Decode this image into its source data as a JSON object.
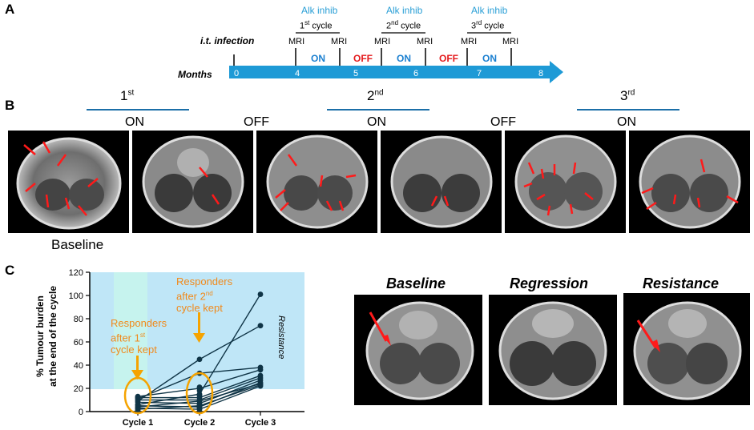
{
  "panels": {
    "a": "A",
    "b": "B",
    "c": "C"
  },
  "timeline": {
    "infection_label": "i.t. infection",
    "months_label": "Months",
    "months": [
      "0",
      "4",
      "5",
      "6",
      "7",
      "8"
    ],
    "alk_inhib": [
      "Alk inhib",
      "Alk inhib",
      "Alk inhib"
    ],
    "cycles": [
      {
        "num": "1",
        "sup": "st",
        "word": " cycle"
      },
      {
        "num": "2",
        "sup": "nd",
        "word": " cycle"
      },
      {
        "num": "3",
        "sup": "rd",
        "word": " cycle"
      }
    ],
    "mri": "MRI",
    "segments": [
      "ON",
      "OFF",
      "ON",
      "OFF",
      "ON"
    ],
    "colors": {
      "arrow": "#1e9ad6",
      "on": "#1a7fd0",
      "off": "#e41a1c",
      "alk": "#2a9fd6"
    }
  },
  "panel_b": {
    "cycle_headers": [
      {
        "num": "1",
        "sup": "st"
      },
      {
        "num": "2",
        "sup": "nd"
      },
      {
        "num": "3",
        "sup": "rd"
      }
    ],
    "state_labels": [
      "ON",
      "OFF",
      "ON",
      "OFF",
      "ON"
    ],
    "baseline_caption": "Baseline"
  },
  "panel_c": {
    "images": [
      "Baseline",
      "Regression",
      "Resistance"
    ],
    "annotations": {
      "responders1": [
        "Responders",
        "after 1",
        "st",
        "cycle kept"
      ],
      "responders2": [
        "Responders",
        "after 2",
        "nd",
        "cycle kept"
      ],
      "resistance": "Resistance"
    }
  },
  "chart_data": {
    "type": "line",
    "ylabel": [
      "% Tumour burden",
      "at the end of the cycle"
    ],
    "categories": [
      "Cycle 1",
      "Cycle 2",
      "Cycle 3"
    ],
    "yticks": [
      0,
      20,
      40,
      60,
      80,
      100,
      120
    ],
    "ylim": [
      0,
      120
    ],
    "resistance_threshold": 19,
    "lines": [
      [
        3,
        2,
        22
      ],
      [
        5,
        4,
        25
      ],
      [
        8,
        7,
        27
      ],
      [
        10,
        10,
        29
      ],
      [
        12,
        12,
        31
      ],
      [
        13,
        20,
        36
      ],
      [
        11,
        33,
        38
      ],
      [
        9,
        45,
        74
      ],
      [
        6,
        15,
        101
      ],
      [
        4,
        9,
        24
      ],
      [
        2,
        5,
        23
      ]
    ],
    "extra_points_cycle1": [
      1,
      3,
      6,
      12
    ],
    "extra_points_cycle2": [
      3,
      6,
      10,
      14,
      18,
      21
    ]
  }
}
